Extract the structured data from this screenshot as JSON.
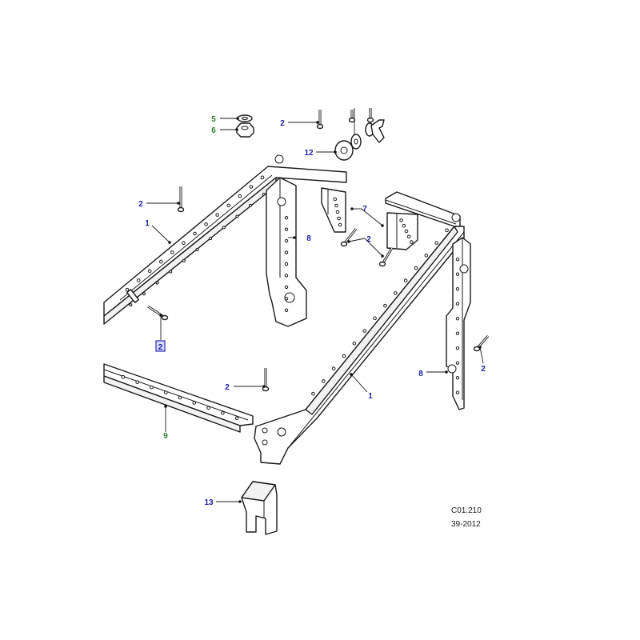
{
  "colors": {
    "callout_blue": "#1a1aa6",
    "callout_green": "#2e7d32",
    "line": "#1a1a1a",
    "highlight_border": "#0000aa"
  },
  "callouts": [
    {
      "id": "c5",
      "label": "5",
      "color": "green"
    },
    {
      "id": "c6",
      "label": "6",
      "color": "green"
    },
    {
      "id": "c2a",
      "label": "2",
      "color": "blue"
    },
    {
      "id": "c12",
      "label": "12",
      "color": "blue"
    },
    {
      "id": "c2b",
      "label": "2",
      "color": "blue"
    },
    {
      "id": "c1a",
      "label": "1",
      "color": "blue"
    },
    {
      "id": "c7",
      "label": "7",
      "color": "blue"
    },
    {
      "id": "c8a",
      "label": "8",
      "color": "blue"
    },
    {
      "id": "c2c",
      "label": "2",
      "color": "blue"
    },
    {
      "id": "c2d",
      "label": "2",
      "color": "blue",
      "highlighted": true
    },
    {
      "id": "c2e",
      "label": "2",
      "color": "blue"
    },
    {
      "id": "c8b",
      "label": "8",
      "color": "blue"
    },
    {
      "id": "c2f",
      "label": "2",
      "color": "blue"
    },
    {
      "id": "c1b",
      "label": "1",
      "color": "blue"
    },
    {
      "id": "c9",
      "label": "9",
      "color": "green"
    },
    {
      "id": "c13",
      "label": "13",
      "color": "blue"
    }
  ],
  "reference": {
    "code": "C01.210",
    "date": "39-2012"
  }
}
